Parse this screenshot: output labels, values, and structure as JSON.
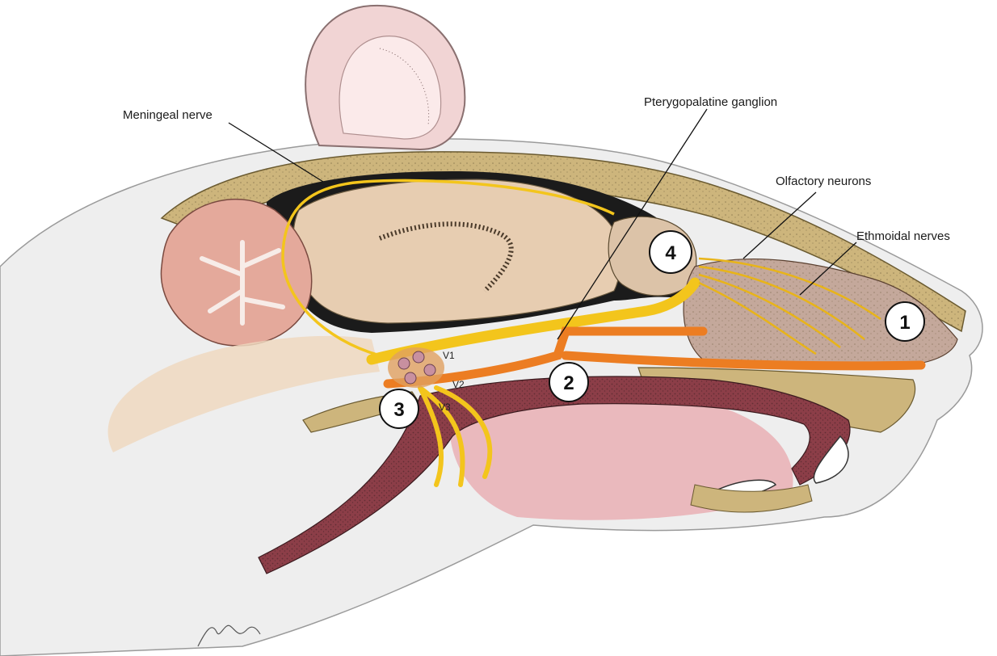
{
  "labels": {
    "meningeal_nerve": "Meningeal nerve",
    "pterygopalatine_ganglion": "Pterygopalatine ganglion",
    "olfactory_neurons": "Olfactory neurons",
    "ethmoidal_nerves": "Ethmoidal nerves"
  },
  "branches": {
    "v1": "V1",
    "v2": "V2",
    "v3": "V3"
  },
  "markers": {
    "m1": "1",
    "m2": "2",
    "m3": "3",
    "m4": "4"
  },
  "colors": {
    "skin": "#ececec",
    "skin_shadow": "#dcdcdc",
    "bone": "#c8b278",
    "bone_dark": "#a8935a",
    "brain": "#e6cfb4",
    "cerebellum": "#e4a89a",
    "nasal_cavity": "#c3a89a",
    "mouth": "#e9b8bc",
    "tongue_dark": "#8e3e48",
    "nerve_yellow": "#f3c51c",
    "nerve_orange": "#ec7d22",
    "ear_pink": "#f0cfcf"
  }
}
